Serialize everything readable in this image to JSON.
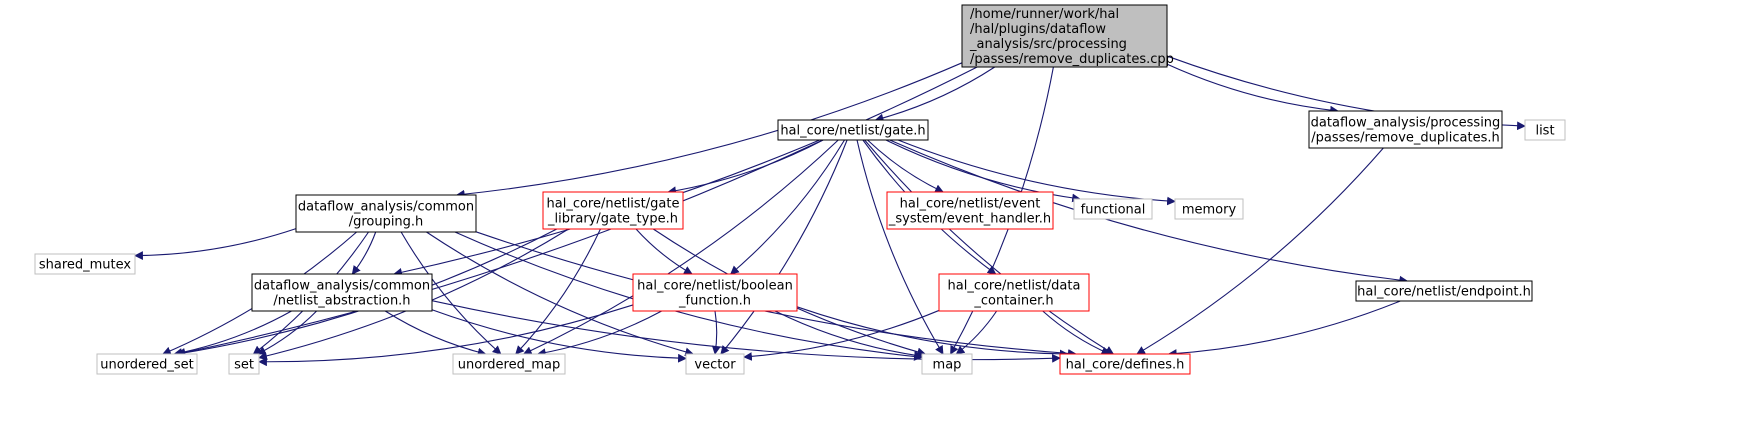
{
  "colors": {
    "edge": "#191970",
    "root_fill": "#bfbfbf",
    "documented_border": "#000000",
    "undocumented_border": "#ff0000",
    "external_border": "#bfbfbf"
  },
  "nodes": [
    {
      "id": "remove_duplicates_cpp",
      "style": "root",
      "lines": [
        "/home/runner/work/hal",
        "/hal/plugins/dataflow",
        "_analysis/src/processing",
        "/passes/remove_duplicates.cpp"
      ]
    },
    {
      "id": "gate_h",
      "style": "black",
      "lines": [
        "hal_core/netlist/gate.h"
      ]
    },
    {
      "id": "remove_duplicates_h",
      "style": "black",
      "lines": [
        "dataflow_analysis/processing",
        "/passes/remove_duplicates.h"
      ]
    },
    {
      "id": "list",
      "style": "gray",
      "lines": [
        "list"
      ]
    },
    {
      "id": "grouping_h",
      "style": "black",
      "lines": [
        "dataflow_analysis/common",
        "/grouping.h"
      ]
    },
    {
      "id": "gate_type_h",
      "style": "red",
      "lines": [
        "hal_core/netlist/gate",
        "_library/gate_type.h"
      ]
    },
    {
      "id": "event_handler_h",
      "style": "red",
      "lines": [
        "hal_core/netlist/event",
        "_system/event_handler.h"
      ]
    },
    {
      "id": "functional",
      "style": "gray",
      "lines": [
        "functional"
      ]
    },
    {
      "id": "memory",
      "style": "gray",
      "lines": [
        "memory"
      ]
    },
    {
      "id": "shared_mutex",
      "style": "gray",
      "lines": [
        "shared_mutex"
      ]
    },
    {
      "id": "netlist_abstraction_h",
      "style": "black",
      "lines": [
        "dataflow_analysis/common",
        "/netlist_abstraction.h"
      ]
    },
    {
      "id": "boolean_function_h",
      "style": "red",
      "lines": [
        "hal_core/netlist/boolean",
        "_function.h"
      ]
    },
    {
      "id": "data_container_h",
      "style": "red",
      "lines": [
        "hal_core/netlist/data",
        "_container.h"
      ]
    },
    {
      "id": "endpoint_h",
      "style": "black",
      "lines": [
        "hal_core/netlist/endpoint.h"
      ]
    },
    {
      "id": "unordered_set",
      "style": "gray",
      "lines": [
        "unordered_set"
      ]
    },
    {
      "id": "set",
      "style": "gray",
      "lines": [
        "set"
      ]
    },
    {
      "id": "unordered_map",
      "style": "gray",
      "lines": [
        "unordered_map"
      ]
    },
    {
      "id": "vector",
      "style": "gray",
      "lines": [
        "vector"
      ]
    },
    {
      "id": "map",
      "style": "gray",
      "lines": [
        "map"
      ]
    },
    {
      "id": "defines_h",
      "style": "red",
      "lines": [
        "hal_core/defines.h"
      ]
    }
  ],
  "edges": [
    [
      "remove_duplicates_cpp",
      "gate_h"
    ],
    [
      "remove_duplicates_cpp",
      "remove_duplicates_h"
    ],
    [
      "remove_duplicates_cpp",
      "list"
    ],
    [
      "remove_duplicates_cpp",
      "grouping_h"
    ],
    [
      "remove_duplicates_cpp",
      "netlist_abstraction_h"
    ],
    [
      "remove_duplicates_cpp",
      "map"
    ],
    [
      "gate_h",
      "gate_type_h"
    ],
    [
      "gate_h",
      "event_handler_h"
    ],
    [
      "gate_h",
      "functional"
    ],
    [
      "gate_h",
      "memory"
    ],
    [
      "gate_h",
      "boolean_function_h"
    ],
    [
      "gate_h",
      "data_container_h"
    ],
    [
      "gate_h",
      "endpoint_h"
    ],
    [
      "gate_h",
      "unordered_set"
    ],
    [
      "gate_h",
      "unordered_map"
    ],
    [
      "gate_h",
      "vector"
    ],
    [
      "gate_h",
      "map"
    ],
    [
      "gate_h",
      "defines_h"
    ],
    [
      "remove_duplicates_h",
      "defines_h"
    ],
    [
      "grouping_h",
      "netlist_abstraction_h"
    ],
    [
      "grouping_h",
      "shared_mutex"
    ],
    [
      "grouping_h",
      "unordered_set"
    ],
    [
      "grouping_h",
      "set"
    ],
    [
      "grouping_h",
      "unordered_map"
    ],
    [
      "grouping_h",
      "vector"
    ],
    [
      "grouping_h",
      "map"
    ],
    [
      "grouping_h",
      "defines_h"
    ],
    [
      "gate_type_h",
      "boolean_function_h"
    ],
    [
      "gate_type_h",
      "unordered_set"
    ],
    [
      "gate_type_h",
      "set"
    ],
    [
      "gate_type_h",
      "unordered_map"
    ],
    [
      "gate_type_h",
      "map"
    ],
    [
      "netlist_abstraction_h",
      "unordered_set"
    ],
    [
      "netlist_abstraction_h",
      "set"
    ],
    [
      "netlist_abstraction_h",
      "unordered_map"
    ],
    [
      "netlist_abstraction_h",
      "vector"
    ],
    [
      "netlist_abstraction_h",
      "defines_h"
    ],
    [
      "boolean_function_h",
      "set"
    ],
    [
      "boolean_function_h",
      "unordered_map"
    ],
    [
      "boolean_function_h",
      "vector"
    ],
    [
      "boolean_function_h",
      "map"
    ],
    [
      "boolean_function_h",
      "defines_h"
    ],
    [
      "data_container_h",
      "vector"
    ],
    [
      "data_container_h",
      "map"
    ],
    [
      "data_container_h",
      "defines_h"
    ],
    [
      "endpoint_h",
      "defines_h"
    ]
  ]
}
